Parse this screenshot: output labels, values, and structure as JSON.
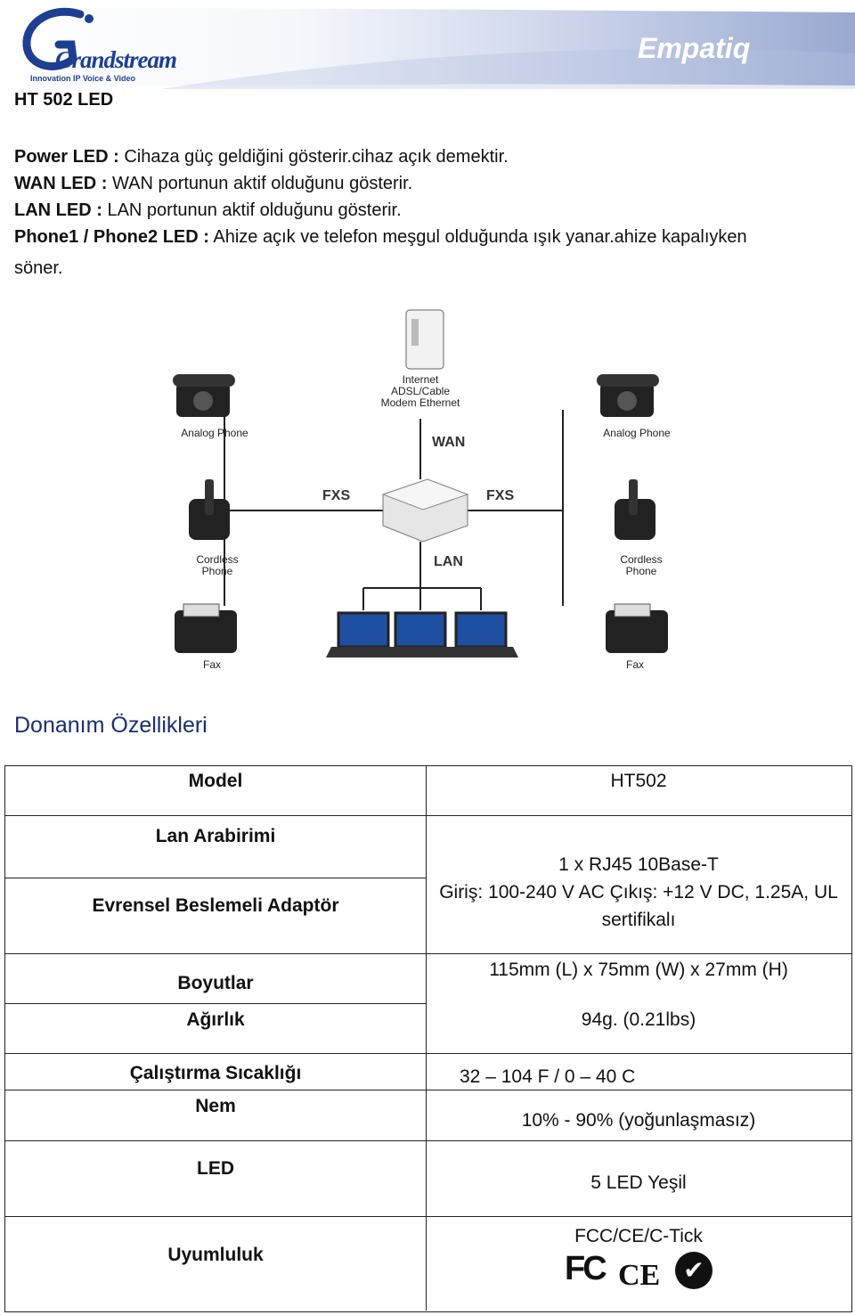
{
  "header": {
    "logo_text": "Grandstream",
    "logo_tagline": "Innovation IP Voice & Video",
    "brand_name": "Empatiq"
  },
  "document": {
    "title": "HT 502 LED",
    "led_descriptions": [
      {
        "label": "Power LED :",
        "text": " Cihaza güç geldiğini gösterir.cihaz açık demektir."
      },
      {
        "label": "WAN LED :",
        "text": " WAN portunun aktif olduğunu gösterir."
      },
      {
        "label": "LAN LED :",
        "text": " LAN portunun aktif olduğunu gösterir."
      },
      {
        "label": "Phone1 / Phone2 LED :",
        "text": " Ahize açık ve telefon meşgul olduğunda ışık yanar.ahize kapalıyken"
      }
    ],
    "led_continuation": "söner."
  },
  "diagram": {
    "modem_label": [
      "Internet",
      "ADSL/Cable",
      "Modem Ethernet"
    ],
    "wan_label": "WAN",
    "fxs_left": "FXS",
    "fxs_right": "FXS",
    "lan_label": "LAN",
    "analog_phone_left": "Analog Phone",
    "analog_phone_right": "Analog Phone",
    "cordless_left": [
      "Cordless",
      "Phone"
    ],
    "cordless_right": [
      "Cordless",
      "Phone"
    ],
    "fax_left": "Fax",
    "fax_right": "Fax"
  },
  "specs": {
    "section_title": "Donanım Özellikleri",
    "model_label": "Model",
    "model_value": "HT502",
    "lan_label": "Lan Arabirimi",
    "lan_value": "1 x RJ45 10Base-T",
    "adapter_label": "Evrensel Beslemeli Adaptör",
    "adapter_value_1": "Giriş: 100-240 V AC Çıkış: +12 V DC, 1.25A, UL",
    "adapter_value_2": "sertifikalı",
    "dimensions_label": "Boyutlar",
    "dimensions_value": "115mm (L) x 75mm (W) x 27mm (H)",
    "weight_label": "Ağırlık",
    "weight_value": "94g. (0.21lbs)",
    "temp_label": "Çalıştırma Sıcaklığı",
    "temp_value": "32 – 104 F / 0 – 40 C",
    "humidity_label": "Nem",
    "humidity_value": "10% - 90% (yoğunlaşmasız)",
    "led_label": "LED",
    "led_value": "5 LED Yeşil",
    "compliance_label": "Uyumluluk",
    "compliance_value": "FCC/CE/C-Tick",
    "compliance_marks": {
      "fcc": "FC",
      "ce": "CE",
      "ctick": "✔"
    }
  }
}
